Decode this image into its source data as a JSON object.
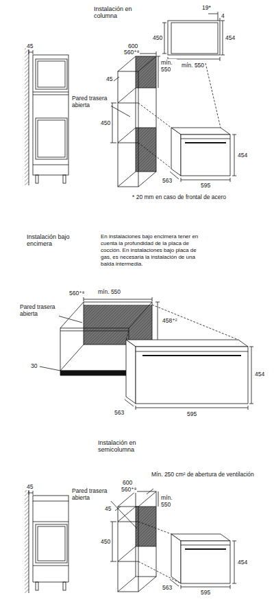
{
  "diagram": {
    "labels": [
      "Instalación en columna",
      "45",
      "600",
      "560⁺⁸",
      "mín. 550",
      "45",
      "Pared trasera abierta",
      "450",
      "454",
      "563",
      "595",
      "19*",
      "4",
      "450",
      "454",
      "mín. 550",
      "* 20 mm en caso de frontal de acero",
      "Instalación bajo encimera",
      "En instalaciones bajo encimera tener en cuenta la profundidad de la placa de cocción. En instalaciones bajo placa de gas, es necesaria la instalación de una balda intermedia.",
      "560⁺⁸",
      "mín. 550",
      "Pared trasera abierta",
      "30",
      "458⁺²",
      "454",
      "563",
      "595",
      "Instalación en semicolumna",
      "45",
      "Mín. 250 cm² de abertura de ventilación",
      "600",
      "560⁺⁸",
      "mín. 550",
      "Pared trasera abierta",
      "45",
      "450",
      "454",
      "563",
      "595"
    ]
  }
}
